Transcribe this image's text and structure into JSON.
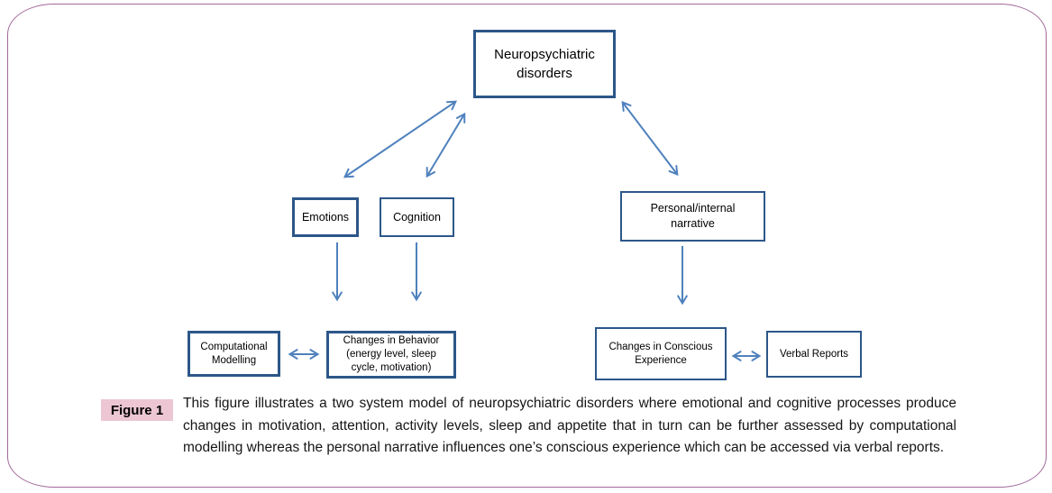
{
  "figure": {
    "label": "Figure 1",
    "caption": "This figure illustrates a two system model of neuropsychiatric disorders where emotional and cognitive processes produce changes in motivation, attention, activity levels, sleep and appetite that in turn can be further assessed by computational modelling whereas the personal narrative influences one’s conscious experience which can be accessed via verbal reports."
  },
  "nodes": {
    "neuropsychiatric": "Neuropsychiatric\ndisorders",
    "emotions": "Emotions",
    "cognition": "Cognition",
    "personal": "Personal/internal\nnarrative",
    "computational": "Computational\nModelling",
    "behavior": "Changes in Behavior\n(energy level, sleep\ncycle, motivation)",
    "conscious": "Changes in Conscious\nExperience",
    "verbal": "Verbal Reports"
  },
  "edges": [
    {
      "from": "Neuropsychiatric disorders",
      "to": "Emotions",
      "bidirectional": true
    },
    {
      "from": "Neuropsychiatric disorders",
      "to": "Cognition",
      "bidirectional": true
    },
    {
      "from": "Neuropsychiatric disorders",
      "to": "Personal/internal narrative",
      "bidirectional": true
    },
    {
      "from": "Emotions",
      "to": "Changes in Behavior (energy level, sleep cycle, motivation)",
      "bidirectional": false
    },
    {
      "from": "Cognition",
      "to": "Changes in Behavior (energy level, sleep cycle, motivation)",
      "bidirectional": false
    },
    {
      "from": "Personal/internal narrative",
      "to": "Changes in Conscious Experience",
      "bidirectional": false
    },
    {
      "from": "Computational Modelling",
      "to": "Changes in Behavior (energy level, sleep cycle, motivation)",
      "bidirectional": true
    },
    {
      "from": "Changes in Conscious Experience",
      "to": "Verbal Reports",
      "bidirectional": true
    }
  ],
  "colors": {
    "box_border": "#2c5789",
    "arrow": "#4f81bd",
    "frame": "#a2689b",
    "label_bg": "#ecc7d3"
  }
}
